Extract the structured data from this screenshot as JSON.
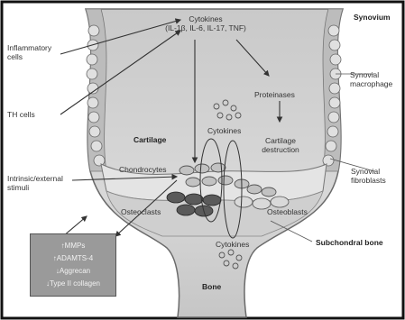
{
  "labels": {
    "synovium": "Synovium",
    "cytokines_top": "Cytokines\n(IL-1β, IL-6, IL-17, TNF)",
    "inflammatory_cells": "Inflammatory\ncells",
    "th_cells": "TH cells",
    "synovial_macrophage": "Synovial\nmacrophage",
    "proteinases": "Proteinases",
    "cytokines_mid": "Cytokines",
    "cartilage_destruction": "Cartilage\ndestruction",
    "cartilage": "Cartilage",
    "chondrocytes": "Chondrocytes",
    "intrinsic_stimuli": "Intrinsic/external\nstimuli",
    "synovial_fibroblasts": "Synovial\nfibroblasts",
    "osteoclasts": "Osteoclasts",
    "osteoblasts": "Osteoblasts",
    "cytokines_bottom": "Cytokines",
    "subchondral_bone": "Subchondral bone",
    "bone": "Bone"
  },
  "info_box": {
    "lines": [
      "↑MMPs",
      "↑ADAMTS-4",
      "↓Aggrecan",
      "↓Type II collagen"
    ]
  },
  "colors": {
    "joint_fill": "#d2d2d2",
    "joint_edge": "#6a6a6a",
    "cell_fill": "#bdbdbd",
    "dark_cell": "#555555",
    "info_box_fill": "#9a9a9a"
  }
}
